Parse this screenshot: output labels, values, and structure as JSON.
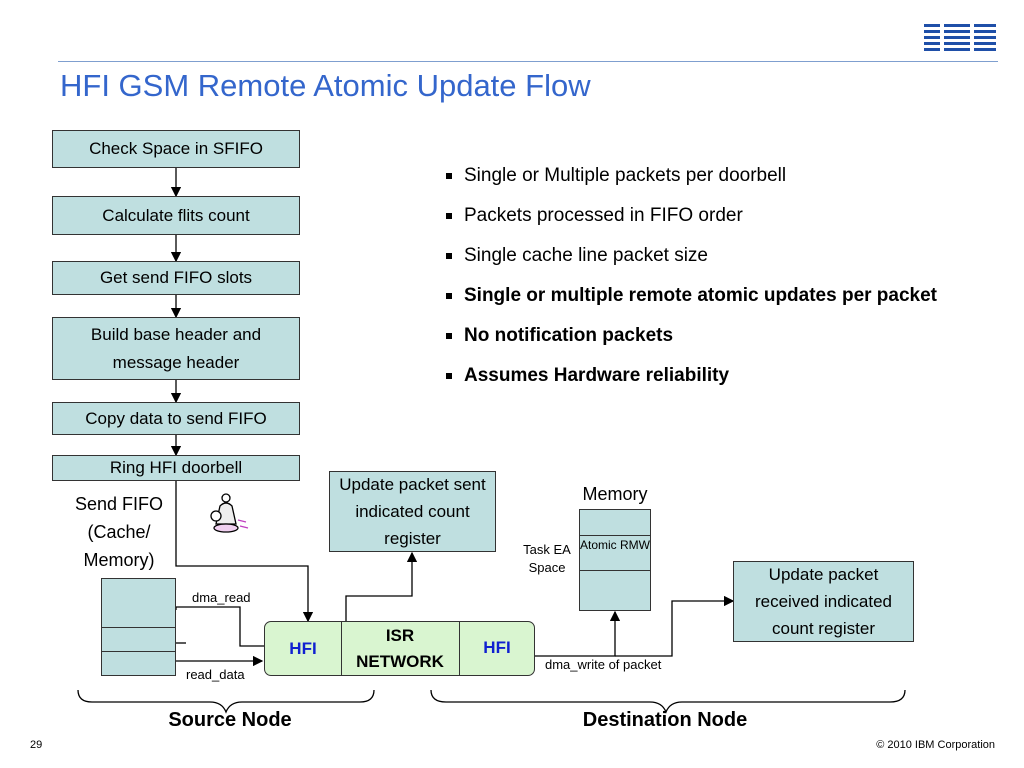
{
  "title": "HFI GSM Remote Atomic Update Flow",
  "logo": {
    "text": "IBM",
    "icon": "ibm-logo"
  },
  "flow_steps": [
    "Check Space in SFIFO",
    "Calculate flits count",
    "Get send FIFO slots",
    "Build base header and message header",
    "Copy data to send FIFO",
    "Ring HFI doorbell"
  ],
  "bullets": [
    {
      "text": "Single or Multiple packets per doorbell",
      "bold": false
    },
    {
      "text": "Packets processed in FIFO order",
      "bold": false
    },
    {
      "text": "Single cache line packet size",
      "bold": false
    },
    {
      "text": "Single or multiple remote atomic updates per packet",
      "bold": true
    },
    {
      "text": "No notification packets",
      "bold": true
    },
    {
      "text": "Assumes Hardware reliability",
      "bold": true
    }
  ],
  "send_fifo_label": "Send FIFO (Cache/ Memory)",
  "sent_box": "Update packet sent indicated count register",
  "received_box": "Update packet received indicated count register",
  "memory_label": "Memory",
  "task_ea_label": "Task EA Space",
  "atomic_rmw_label": "Atomic RMW",
  "network": {
    "left_hfi": "HFI",
    "center": "ISR NETWORK",
    "right_hfi": "HFI"
  },
  "signals": {
    "dma_read": "dma_read",
    "read_data": "read_data",
    "dma_write": "dma_write of packet"
  },
  "source_node": "Source Node",
  "destination_node": "Destination Node",
  "page_number": "29",
  "copyright": "© 2010 IBM Corporation",
  "colors": {
    "title": "#3466cc",
    "box_fill": "#bfdfe0",
    "network_fill": "#d9f5d0",
    "hfi_text": "#1020d0"
  }
}
